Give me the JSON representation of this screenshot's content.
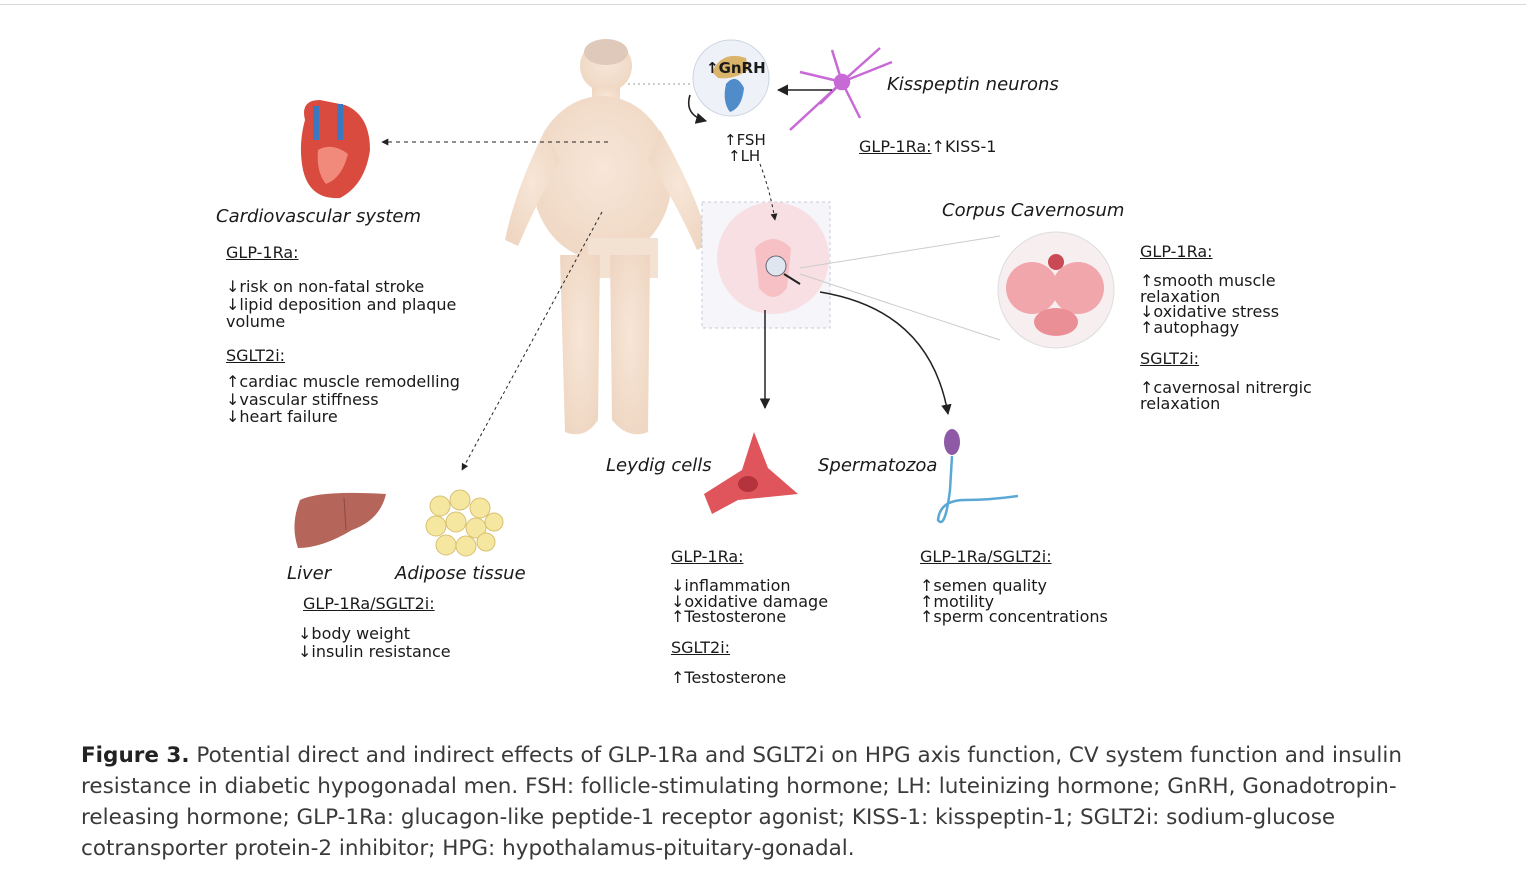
{
  "heart": {
    "title": "Cardiovascular system",
    "glp_head": "GLP-1Ra:",
    "glp_items": [
      "↓risk on non-fatal stroke",
      "↓lipid deposition and plaque",
      "volume"
    ],
    "sglt_head": "SGLT2i:",
    "sglt_items": [
      "↑cardiac muscle remodelling",
      "↓vascular stiffness",
      "↓heart failure"
    ]
  },
  "brain": {
    "gnrh": "↑GnRH",
    "fsh": "↑FSH",
    "lh": "↑LH",
    "kiss_title": "Kisspeptin neurons",
    "kiss_head": "GLP-1Ra:",
    "kiss_effect": "↑KISS-1"
  },
  "corpus": {
    "title": "Corpus Cavernosum",
    "glp_head": "GLP-1Ra:",
    "glp_items": [
      "↑smooth muscle",
      "relaxation",
      "↓oxidative stress",
      "↑autophagy"
    ],
    "sglt_head": "SGLT2i:",
    "sglt_items": [
      "↑cavernosal nitrergic",
      "relaxation"
    ]
  },
  "liver": {
    "liver_title": "Liver",
    "adipose_title": "Adipose tissue",
    "head": "GLP-1Ra/SGLT2i:",
    "items": [
      "↓body weight",
      "↓insulin resistance"
    ]
  },
  "leydig": {
    "title": "Leydig cells",
    "glp_head": "GLP-1Ra:",
    "glp_items": [
      "↓inflammation",
      "↓oxidative damage",
      "↑Testosterone"
    ],
    "sglt_head": "SGLT2i:",
    "sglt_items": [
      "↑Testosterone"
    ]
  },
  "sperm": {
    "title": "Spermatozoa",
    "head": "GLP-1Ra/SGLT2i:",
    "items": [
      "↑semen quality",
      "↑motility",
      "↑sperm concentrations"
    ]
  },
  "caption": {
    "label": "Figure 3.",
    "text": " Potential direct and indirect effects of GLP-1Ra and SGLT2i on HPG axis function, CV system function and insulin resistance in diabetic hypogonadal men. FSH: follicle-stimulating hormone; LH: luteinizing hormone; GnRH, Gonadotropin-releasing hormone; GLP-1Ra: glucagon-like peptide-1 receptor agonist; KISS-1: kisspeptin-1; SGLT2i: sodium-glucose cotransporter protein-2 inhibitor; HPG: hypothalamus-pituitary-gonadal."
  },
  "colors": {
    "body": "#f5dcc8",
    "heart": "#d94a3f",
    "liver": "#b5655a",
    "fat": "#f5e6a0",
    "cell": "#e0545c",
    "sperm_head": "#8e5aa6",
    "neuron": "#c86ad6"
  }
}
